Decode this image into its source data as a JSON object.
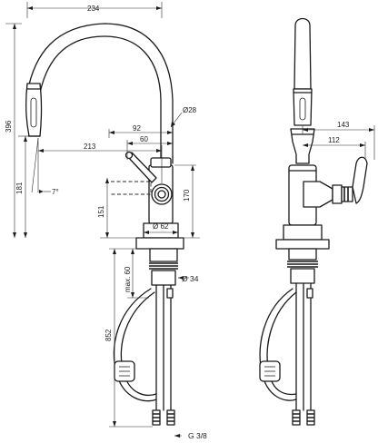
{
  "dimensions": {
    "width_234": "234",
    "height_396": "396",
    "diameter_28": "Ø28",
    "reach_92": "92",
    "reach_60": "60",
    "reach_213": "213",
    "angle_7": "7°",
    "height_181": "181",
    "height_151": "151",
    "height_170": "170",
    "diameter_62": "Ø 62",
    "max_60": "max. 60",
    "diameter_34": "Ø 34",
    "length_852": "852",
    "thread_g38": "G 3/8",
    "side_143": "143",
    "side_112": "112"
  }
}
